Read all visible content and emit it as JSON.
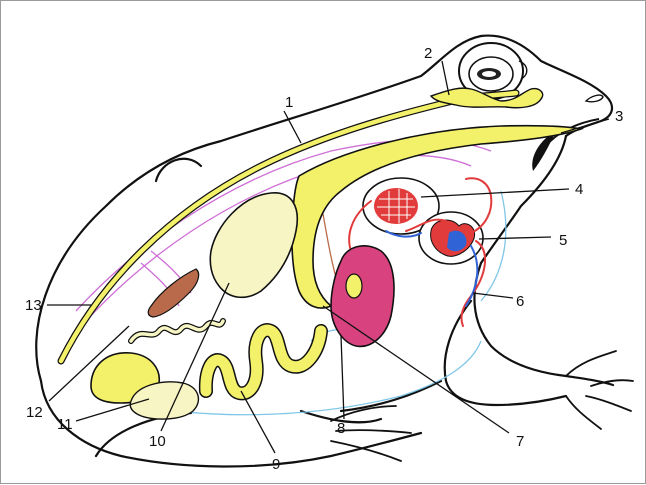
{
  "labels": [
    "1",
    "2",
    "3",
    "4",
    "5",
    "6",
    "7",
    "8",
    "9",
    "10",
    "11",
    "12",
    "13"
  ],
  "colors": {
    "outline": "#111111",
    "yellow": "#f3f06a",
    "pale_yellow": "#f7f5c4",
    "pink": "#d8437f",
    "red": "#e23b3b",
    "blue": "#2f63d6",
    "brown": "#b96a4a",
    "light_blue": "#7fc6e8",
    "magenta_line": "#cf6fd6"
  }
}
